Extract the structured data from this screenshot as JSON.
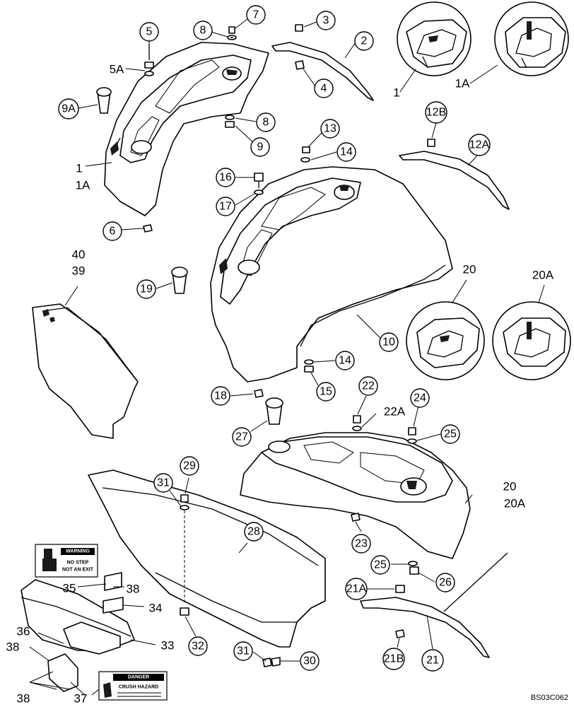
{
  "diagram": {
    "figure_code": "BS03C062",
    "callouts": {
      "c5": "5",
      "c8a": "8",
      "c7": "7",
      "c3": "3",
      "c2": "2",
      "c4": "4",
      "c9a": "9A",
      "c8b": "8",
      "c9": "9",
      "c13": "13",
      "c14a": "14",
      "c12b": "12B",
      "c12a": "12A",
      "c16": "16",
      "c17": "17",
      "c6": "6",
      "c19": "19",
      "c10": "10",
      "c14b": "14",
      "c15": "15",
      "c18": "18",
      "c22": "22",
      "c24": "24",
      "c25a": "25",
      "c27": "27",
      "c31a": "31",
      "c29": "29",
      "c28": "28",
      "c23": "23",
      "c25b": "25",
      "c26": "26",
      "c21a": "21A",
      "c32": "32",
      "c31b": "31",
      "c30": "30",
      "c21b": "21B",
      "c21": "21"
    },
    "labels": {
      "l5a": "5A",
      "l1": "1",
      "l1a_left": "1A",
      "l1_top": "1",
      "l1a_top": "1A",
      "l40": "40",
      "l39": "39",
      "l20": "20",
      "l20a": "20A",
      "l22a": "22A",
      "l20_right": "20",
      "l20a_right": "20A",
      "l35": "35",
      "l38a": "38",
      "l34": "34",
      "l36": "36",
      "l38b": "38",
      "l33": "33",
      "l38c": "38",
      "l37": "37"
    },
    "decals": {
      "warning": {
        "header": "WARNING",
        "line1": "NO STEP",
        "line2": "NOT AN EXIT"
      },
      "danger": {
        "header": "DANGER",
        "line1": "CRUSH HAZARD"
      }
    }
  }
}
